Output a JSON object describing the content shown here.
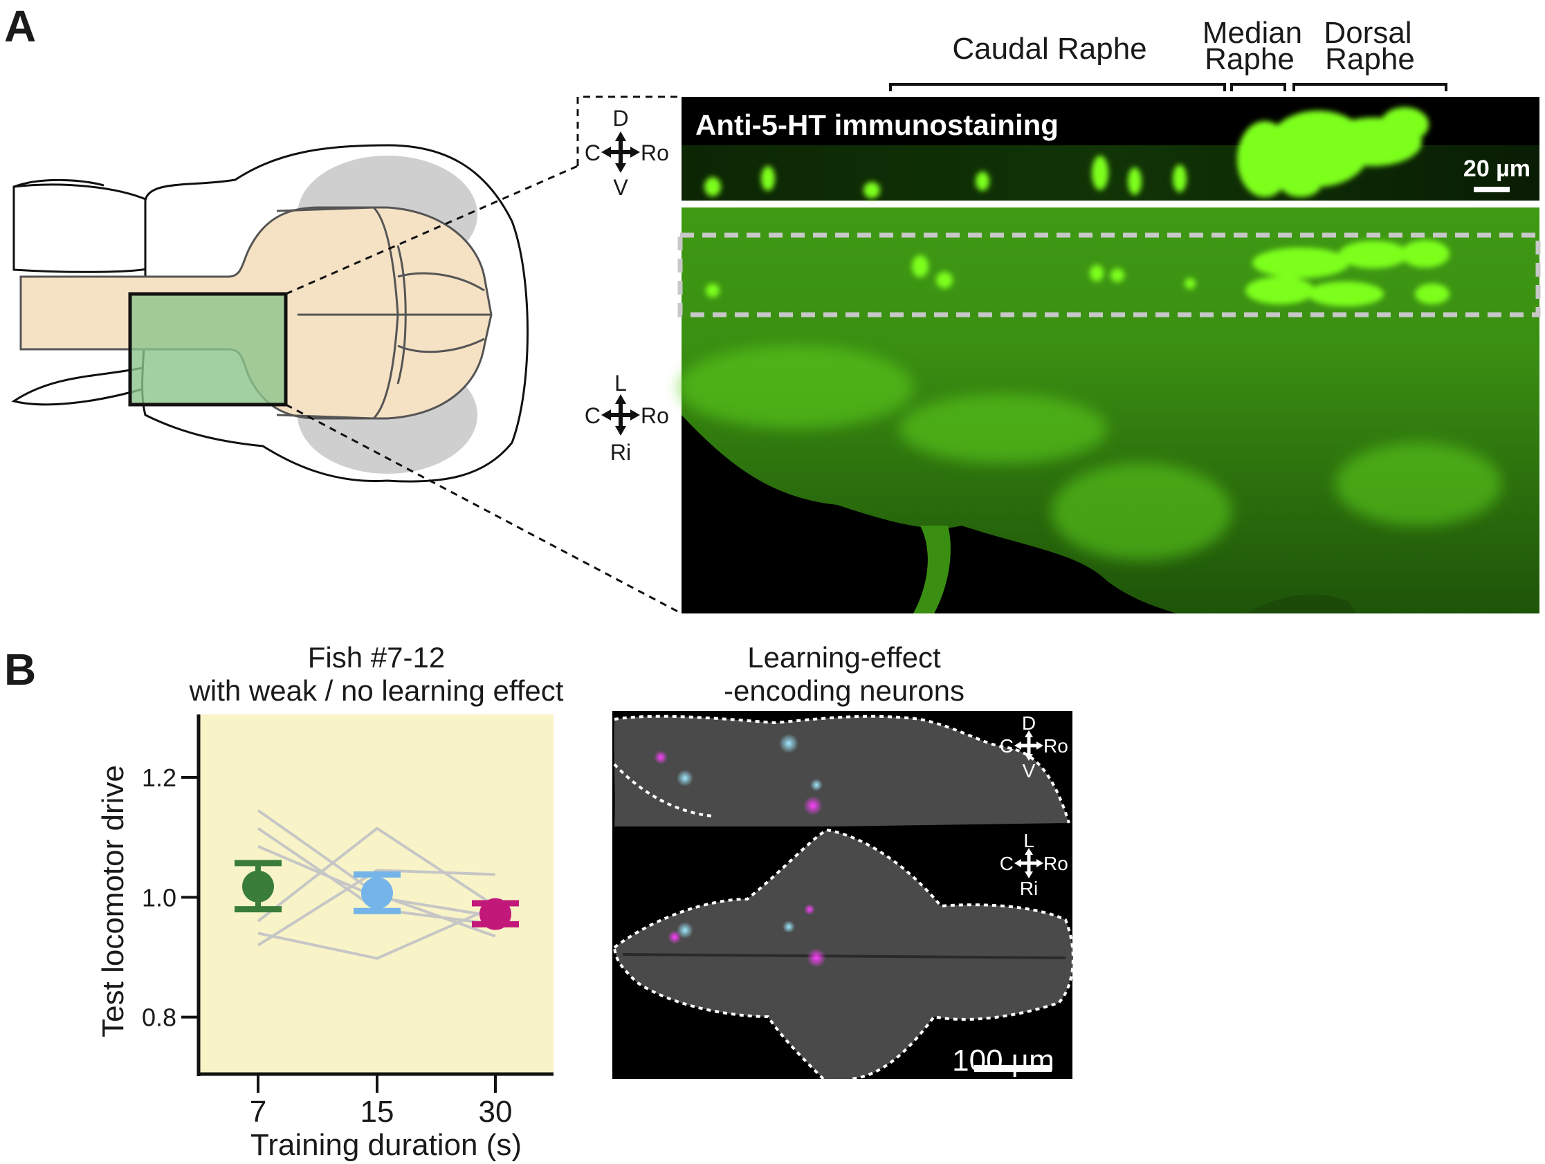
{
  "panel_a": {
    "label": "A",
    "region_labels": {
      "caudal": "Caudal Raphe",
      "median_1": "Median",
      "median_2": "Raphe",
      "dorsal_1": "Dorsal",
      "dorsal_2": "Raphe"
    },
    "side_stain_label": "Anti-5-HT immunostaining",
    "side_scale_bar": "20 µm",
    "side_axes": {
      "top": "D",
      "bottom": "V",
      "left": "C",
      "right": "Ro"
    },
    "top_axes": {
      "top": "L",
      "bottom": "Ri",
      "left": "C",
      "right": "Ro"
    },
    "colors": {
      "stain": "#7dff1a",
      "brain": "#f5e1c4",
      "highlight": "#8cc48c",
      "eyes": "#cfcfcf"
    }
  },
  "panel_b": {
    "label": "B",
    "images": {
      "title_line1": "Learning-effect",
      "title_line2": "-encoding neurons",
      "side_axes": {
        "top": "D",
        "bottom": "V",
        "left": "C",
        "right": "Ro"
      },
      "top_axes": {
        "top": "L",
        "bottom": "Ri",
        "left": "C",
        "right": "Ro"
      },
      "scale_bar": "100 µm"
    }
  },
  "chart_data": {
    "type": "scatter",
    "title": "Fish #7-12",
    "subtitle": "with weak / no learning effect",
    "xlabel": "Training duration (s)",
    "ylabel": "Test locomotor drive",
    "categories": [
      "7",
      "15",
      "30"
    ],
    "yticks": [
      0.8,
      1.0,
      1.2
    ],
    "yticklabels": [
      "0.8",
      "1.0",
      "1.2"
    ],
    "ylim": [
      0.705,
      1.305
    ],
    "background": "#f8f4c8",
    "means": [
      {
        "x": "7",
        "mean": 1.018,
        "err_low": 0.98,
        "err_high": 1.057,
        "color": "#3a7d3a"
      },
      {
        "x": "15",
        "mean": 1.007,
        "err_low": 0.977,
        "err_high": 1.038,
        "color": "#74b4e8"
      },
      {
        "x": "30",
        "mean": 0.972,
        "err_low": 0.955,
        "err_high": 0.99,
        "color": "#c2187a"
      }
    ],
    "individual_fish": [
      [
        1.145,
        1.005,
        0.935
      ],
      [
        1.115,
        0.98,
        0.955
      ],
      [
        0.96,
        1.115,
        0.985
      ],
      [
        0.92,
        1.045,
        1.038
      ],
      [
        1.085,
        1.0,
        0.968
      ],
      [
        0.94,
        0.898,
        0.985
      ]
    ],
    "individual_color": "#c6c6c6"
  }
}
